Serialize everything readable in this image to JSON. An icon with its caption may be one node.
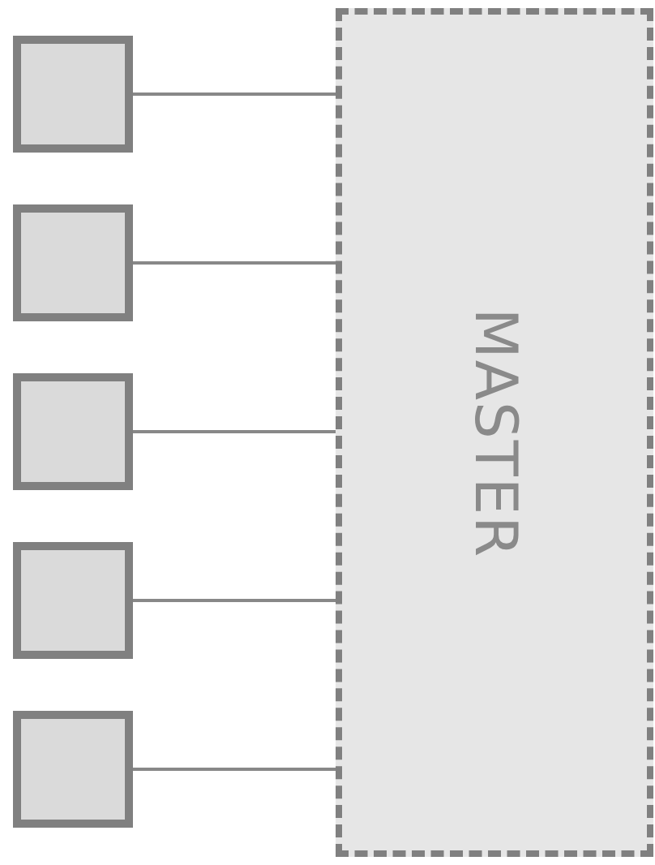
{
  "diagram": {
    "nodes": [
      {
        "text": [],
        "shape": "box"
      },
      {
        "text": [],
        "shape": "box"
      },
      {
        "text": [],
        "shape": "box"
      },
      {
        "text": [],
        "shape": "box"
      },
      {
        "text": [],
        "shape": "box"
      },
      {
        "text": [
          "MASTER"
        ]
      }
    ],
    "edges": [
      {
        "from": 0,
        "to": 5,
        "arrow": "none"
      },
      {
        "from": 1,
        "to": 5,
        "arrow": "none"
      },
      {
        "from": 2,
        "to": 5,
        "arrow": "none"
      },
      {
        "from": 3,
        "to": 5,
        "arrow": "none"
      },
      {
        "from": 4,
        "to": 5,
        "arrow": "none"
      }
    ]
  }
}
